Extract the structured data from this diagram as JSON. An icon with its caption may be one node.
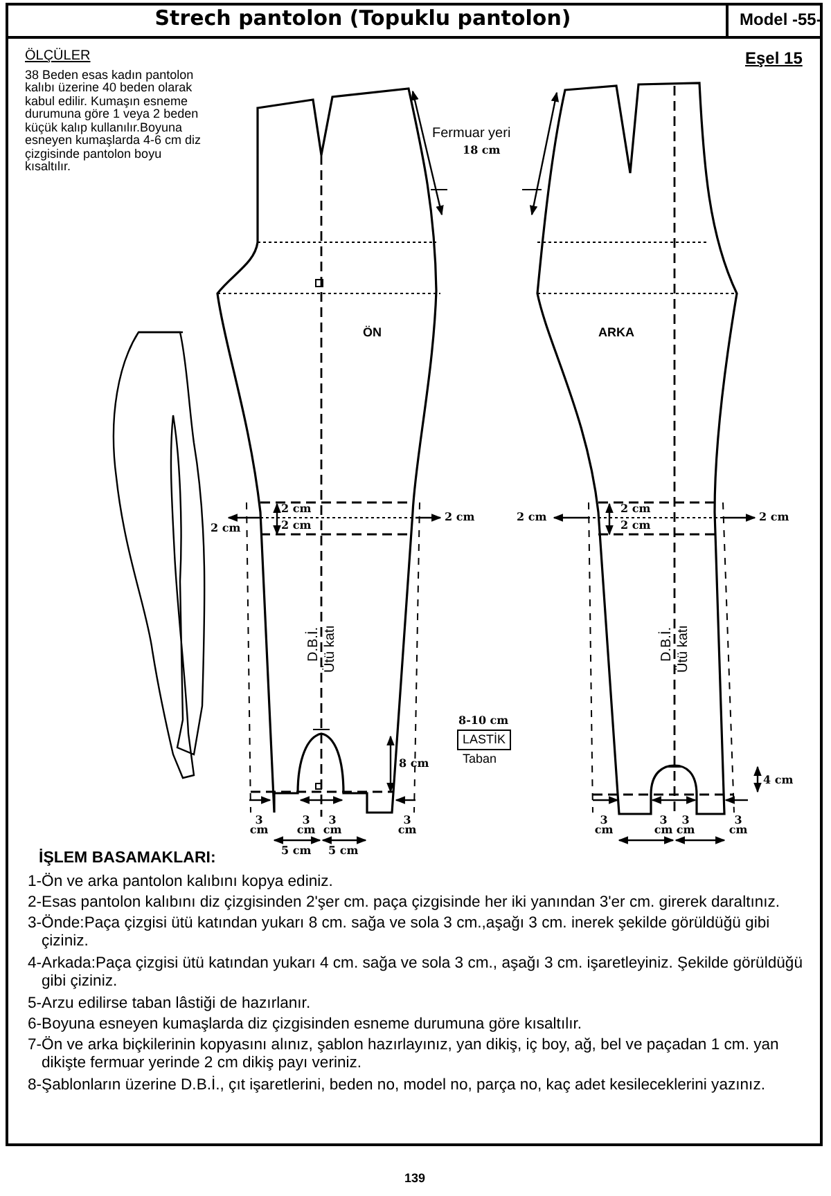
{
  "diagram": {
    "title": "Strech pantolon (Topuklu pantolon)",
    "nodes": [
      {
        "text": [
          "LASTİK"
        ],
        "beside": [
          "8-10 cm",
          "Taban"
        ]
      }
    ],
    "labels": [
      "Model -55-",
      "ÖLÇÜLER",
      "38 Beden esas kadın pantolon kalıbı üzerine 40 beden olarak kabul edilir. Kumaşın esneme durumuna göre 1 veya 2 beden küçük kalıp kullanılır.Boyuna esneyen kumaşlarda 4-6 cm diz çizgisinde pantolon boyu kısaltılır.",
      "Eşel 15",
      "Fermuar yeri",
      "18 cm",
      "ÖN",
      "ARKA",
      "2 cm",
      "2 cm",
      "2 cm",
      "2 cm",
      "2 cm",
      "2 cm",
      "2 cm",
      "2 cm",
      "D.B.İ.",
      "Ütü katı",
      "D.B.İ.",
      "Ütü katı",
      "8 cm",
      "4 cm",
      "3 cm",
      "3 cm",
      "3 cm",
      "3 cm",
      "5 cm",
      "5 cm",
      "3 cm",
      "3 cm",
      "3 cm",
      "3 cm",
      "İŞLEM BASAMAKLARI:",
      "1-Ön ve arka pantolon kalıbını kopya ediniz.",
      "2-Esas pantolon kalıbını diz çizgisinden 2'şer cm. paça çizgisinde her iki yanından 3'er cm. girerek daraltınız.",
      "3-Önde:Paça çizgisi ütü katından yukarı 8 cm. sağa ve sola 3 cm.,aşağı 3 cm. inerek şekilde görüldüğü gibi çiziniz.",
      "4-Arkada:Paça çizgisi ütü katından yukarı 4 cm. sağa ve sola 3 cm., aşağı 3 cm. işaretleyiniz. Şekilde görüldüğü gibi çiziniz.",
      "5-Arzu edilirse taban lâstiği de hazırlanır.",
      "6-Boyuna esneyen kumaşlarda diz çizgisinden esneme durumuna göre kısaltılır.",
      "7-Ön ve arka biçkilerinin kopyasını alınız, şablon hazırlayınız, yan dikiş, iç boy, ağ, bel ve paçadan 1 cm. yan dikişte fermuar yerinde 2 cm dikiş payı veriniz.",
      "8-Şablonların üzerine D.B.İ., çıt işaretlerini, beden no, model no, parça no, kaç adet kesileceklerini yazınız.",
      "139"
    ]
  }
}
